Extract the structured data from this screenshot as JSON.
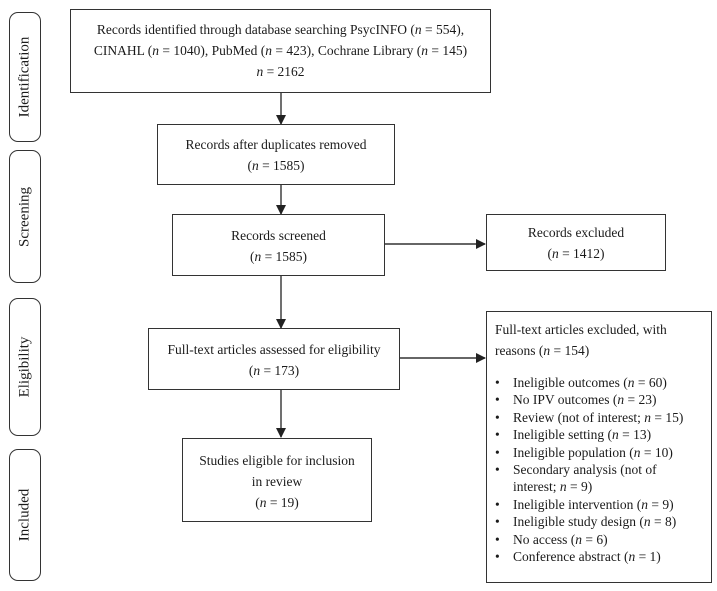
{
  "stages": {
    "identification": "Identification",
    "screening": "Screening",
    "eligibility": "Eligibility",
    "included": "Included"
  },
  "identified": {
    "line1_pre": "Records identified through database searching PsycINFO (",
    "line1_n": "n",
    "line1_post": " = 554),",
    "line2_a_pre": "CINAHL (",
    "line2_a_n": "n",
    "line2_a_post": " = 1040), PubMed (",
    "line2_b_n": "n",
    "line2_b_post": " = 423), Cochrane Library (",
    "line2_c_n": "n",
    "line2_c_post": " = 145)",
    "line3_n": "n",
    "line3_post": " = 2162"
  },
  "duplicates_removed": {
    "label": "Records after duplicates removed",
    "count_pre": "(",
    "count_n": "n",
    "count_post": " = 1585)"
  },
  "screened": {
    "label": "Records screened",
    "count_pre": "(",
    "count_n": "n",
    "count_post": " = 1585)"
  },
  "excluded": {
    "label": "Records excluded",
    "count_pre": "(",
    "count_n": "n",
    "count_post": " = 1412)"
  },
  "fulltext_assessed": {
    "label": "Full-text articles assessed for eligibility",
    "count_pre": "(",
    "count_n": "n",
    "count_post": " = 173)"
  },
  "fulltext_excluded": {
    "title_line1": "Full-text articles excluded, with",
    "title_line2_pre": "reasons (",
    "title_line2_n": "n",
    "title_line2_post": " = 154)",
    "bullet": "•",
    "reasons": [
      {
        "text": "Ineligible outcomes (",
        "n": "n",
        "post": " = 60)"
      },
      {
        "text": "No IPV outcomes (",
        "n": "n",
        "post": " = 23)"
      },
      {
        "text": "Review (not of interest; ",
        "n": "n",
        "post": " = 15)"
      },
      {
        "text": "Ineligible setting (",
        "n": "n",
        "post": " = 13)"
      },
      {
        "text": "Ineligible population (",
        "n": "n",
        "post": " = 10)"
      },
      {
        "text": "Secondary analysis (not of",
        "n": "",
        "post": ""
      },
      {
        "text": "interest; ",
        "n": "n",
        "post": " = 9)",
        "continuation": true
      },
      {
        "text": "Ineligible intervention (",
        "n": "n",
        "post": " = 9)"
      },
      {
        "text": "Ineligible study design (",
        "n": "n",
        "post": " = 8)"
      },
      {
        "text": "No access (",
        "n": "n",
        "post": " = 6)"
      },
      {
        "text": "Conference abstract (",
        "n": "n",
        "post": " = 1)"
      }
    ]
  },
  "included_studies": {
    "line1": "Studies eligible for inclusion",
    "line2": "in review",
    "count_pre": "(",
    "count_n": "n",
    "count_post": " = 19)"
  }
}
